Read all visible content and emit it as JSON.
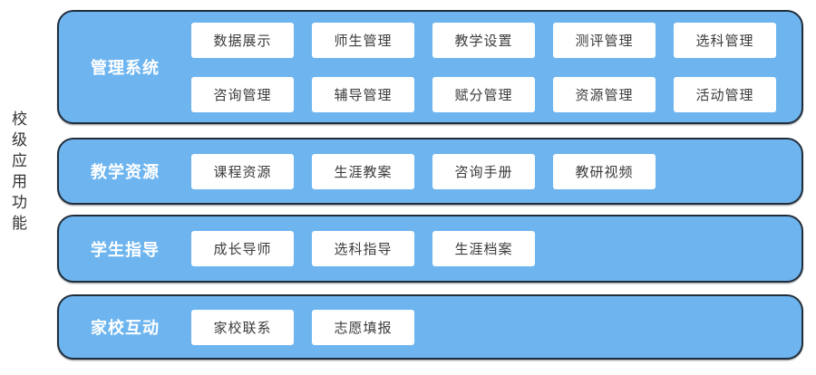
{
  "figure": {
    "side_label": "校级应用功能",
    "colors": {
      "background": "#ffffff",
      "panel_fill": "#6eb5f0",
      "panel_border": "#212d3a",
      "panel_label_text": "#ffffff",
      "chip_fill": "#ffffff",
      "chip_text": "#3b3b3b",
      "side_label_text": "#333333"
    },
    "panels": [
      {
        "label": "管理系统",
        "rows": [
          [
            "数据展示",
            "师生管理",
            "教学设置",
            "测评管理",
            "选科管理"
          ],
          [
            "咨询管理",
            "辅导管理",
            "赋分管理",
            "资源管理",
            "活动管理"
          ]
        ]
      },
      {
        "label": "教学资源",
        "rows": [
          [
            "课程资源",
            "生涯教案",
            "咨询手册",
            "教研视频"
          ]
        ]
      },
      {
        "label": "学生指导",
        "rows": [
          [
            "成长导师",
            "选科指导",
            "生涯档案"
          ]
        ]
      },
      {
        "label": "家校互动",
        "rows": [
          [
            "家校联系",
            "志愿填报"
          ]
        ]
      }
    ]
  }
}
